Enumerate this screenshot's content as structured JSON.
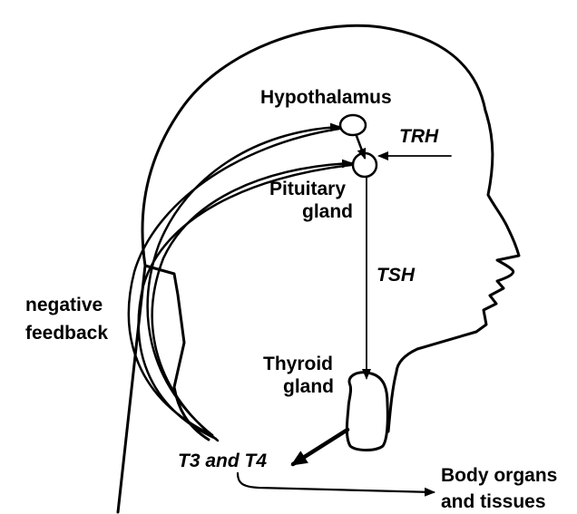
{
  "labels": {
    "hypothalamus": "Hypothalamus",
    "trh": "TRH",
    "pituitary_line1": "Pituitary",
    "pituitary_line2": "gland",
    "tsh": "TSH",
    "negative_line1": "negative",
    "negative_line2": "feedback",
    "thyroid_line1": "Thyroid",
    "thyroid_line2": "gland",
    "t3t4": "T3 and T4",
    "body_line1": "Body organs",
    "body_line2": "and tissues"
  },
  "colors": {
    "ink": "#000000",
    "background": "#ffffff"
  }
}
